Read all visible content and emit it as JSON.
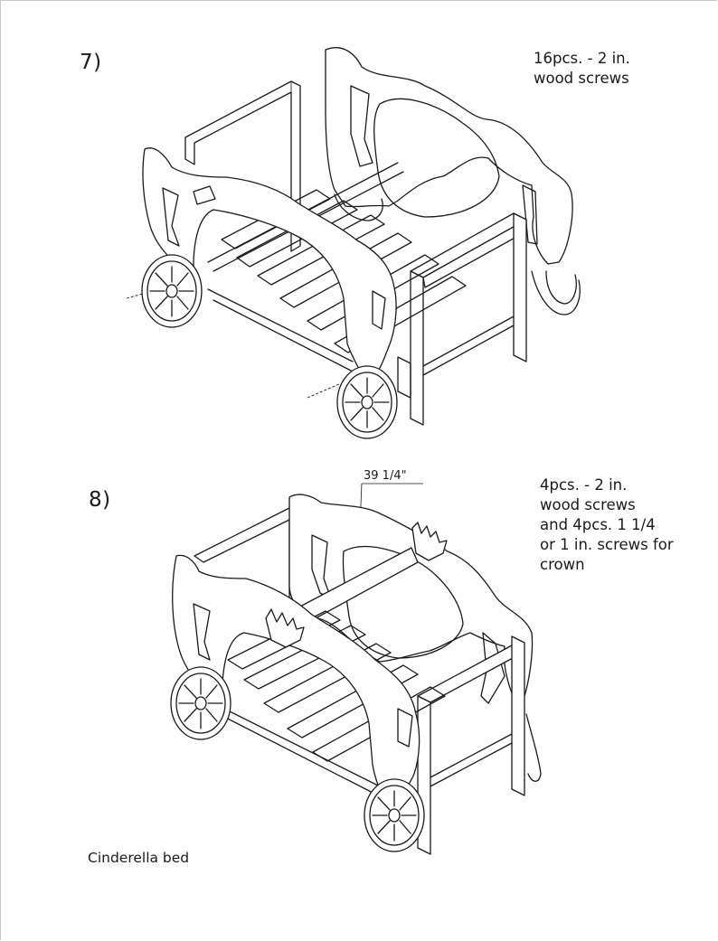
{
  "steps": [
    {
      "number": "7)",
      "note": "16pcs. - 2 in.\nwood screws"
    },
    {
      "number": "8)",
      "note": "4pcs. - 2 in.\nwood screws\nand 4pcs. 1 1/4\nor 1 in. screws for\ncrown",
      "dimension": "39 1/4\""
    }
  ],
  "caption": "Cinderella bed"
}
